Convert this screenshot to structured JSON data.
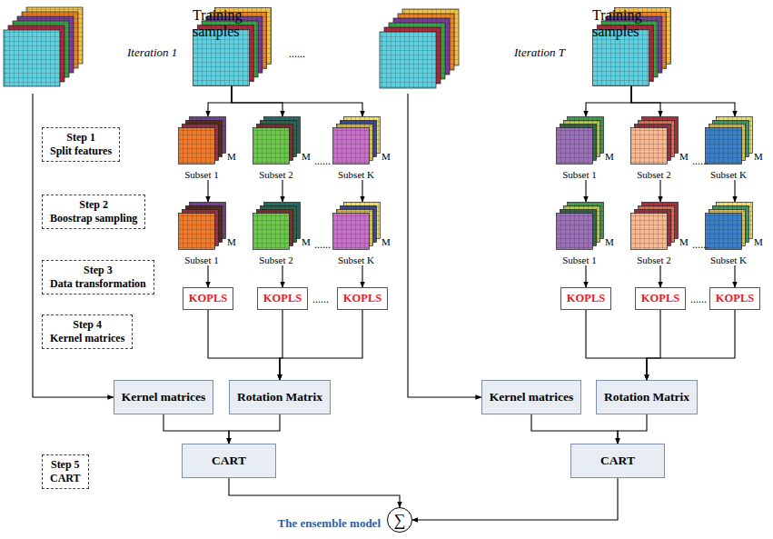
{
  "diagram": {
    "nodes": [
      {
        "text": [
          "Step 1",
          "Split features"
        ]
      },
      {
        "text": [
          "Step 2",
          "Boostrap sampling"
        ]
      },
      {
        "text": [
          "Step 3",
          "Data transformation"
        ]
      },
      {
        "text": [
          "Step 4",
          "Kernel matrices"
        ]
      },
      {
        "text": [
          "Step 5",
          "CART"
        ]
      },
      {
        "text": [
          "Training samples"
        ]
      },
      {
        "text": [
          "Subset 1",
          "M"
        ]
      },
      {
        "text": [
          "Subset 2",
          "M"
        ]
      },
      {
        "text": [
          "Subset K",
          "M"
        ]
      },
      {
        "text": [
          "Subset 1",
          "M"
        ]
      },
      {
        "text": [
          "Subset 2",
          "M"
        ]
      },
      {
        "text": [
          "Subset K",
          "M"
        ]
      },
      {
        "text": [
          "KOPLS"
        ]
      },
      {
        "text": [
          "KOPLS"
        ]
      },
      {
        "text": [
          "KOPLS"
        ]
      },
      {
        "text": [
          "Kernel matrices"
        ]
      },
      {
        "text": [
          "Rotation Matrix"
        ]
      },
      {
        "text": [
          "CART"
        ]
      },
      {
        "text": [
          "Training samples"
        ]
      },
      {
        "text": [
          "Subset 1",
          "M"
        ]
      },
      {
        "text": [
          "Subset 2",
          "M"
        ]
      },
      {
        "text": [
          "Subset K",
          "M"
        ]
      },
      {
        "text": [
          "Subset 1",
          "M"
        ]
      },
      {
        "text": [
          "Subset 2",
          "M"
        ]
      },
      {
        "text": [
          "Subset K",
          "M"
        ]
      },
      {
        "text": [
          "KOPLS"
        ]
      },
      {
        "text": [
          "KOPLS"
        ]
      },
      {
        "text": [
          "KOPLS"
        ]
      },
      {
        "text": [
          "Kernel matrices"
        ]
      },
      {
        "text": [
          "Rotation Matrix"
        ]
      },
      {
        "text": [
          "CART"
        ]
      },
      {
        "text": [
          "The ensemble model",
          "∑"
        ]
      }
    ],
    "edges": [
      {
        "from": 5,
        "to": 6,
        "arrow": "to"
      },
      {
        "from": 5,
        "to": 7,
        "arrow": "to"
      },
      {
        "from": 5,
        "to": 8,
        "arrow": "to"
      },
      {
        "from": 6,
        "to": 9,
        "arrow": "to"
      },
      {
        "from": 7,
        "to": 10,
        "arrow": "to"
      },
      {
        "from": 8,
        "to": 11,
        "arrow": "to"
      },
      {
        "from": 9,
        "to": 12,
        "arrow": "to"
      },
      {
        "from": 10,
        "to": 13,
        "arrow": "to"
      },
      {
        "from": 11,
        "to": 14,
        "arrow": "to"
      },
      {
        "from": 12,
        "to": 16,
        "arrow": "to"
      },
      {
        "from": 13,
        "to": 16,
        "arrow": "to"
      },
      {
        "from": 14,
        "to": 16,
        "arrow": "to"
      },
      {
        "from": 15,
        "to": 17,
        "arrow": "to"
      },
      {
        "from": 16,
        "to": 17,
        "arrow": "to"
      },
      {
        "from": 18,
        "to": 19,
        "arrow": "to"
      },
      {
        "from": 18,
        "to": 20,
        "arrow": "to"
      },
      {
        "from": 18,
        "to": 21,
        "arrow": "to"
      },
      {
        "from": 19,
        "to": 22,
        "arrow": "to"
      },
      {
        "from": 20,
        "to": 23,
        "arrow": "to"
      },
      {
        "from": 21,
        "to": 24,
        "arrow": "to"
      },
      {
        "from": 22,
        "to": 25,
        "arrow": "to"
      },
      {
        "from": 23,
        "to": 26,
        "arrow": "to"
      },
      {
        "from": 24,
        "to": 27,
        "arrow": "to"
      },
      {
        "from": 25,
        "to": 29,
        "arrow": "to"
      },
      {
        "from": 26,
        "to": 29,
        "arrow": "to"
      },
      {
        "from": 27,
        "to": 29,
        "arrow": "to"
      },
      {
        "from": 28,
        "to": 30,
        "arrow": "to"
      },
      {
        "from": 29,
        "to": 30,
        "arrow": "to"
      },
      {
        "from": 17,
        "to": 31,
        "arrow": "to"
      },
      {
        "from": 30,
        "to": 31,
        "arrow": "to"
      }
    ],
    "labels": [
      "Iteration 1",
      "......",
      "Iteration T",
      "......",
      "......",
      "......",
      "......",
      "......",
      "......"
    ]
  }
}
